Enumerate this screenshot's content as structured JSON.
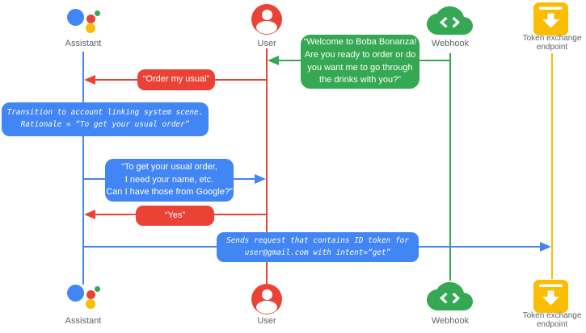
{
  "colors": {
    "assistant_blue": "#4285f4",
    "user_red": "#ea4335",
    "webhook_green": "#34a853",
    "token_yellow": "#fbbc04",
    "label_gray": "#5f6368",
    "message_text": "#ffffff"
  },
  "actors": {
    "assistant": {
      "label": "Assistant",
      "icon": "google-assistant-icon",
      "lifeline_color": "#4285f4"
    },
    "user": {
      "label": "User",
      "icon": "person-icon",
      "lifeline_color": "#ea4335"
    },
    "webhook": {
      "label": "Webhook",
      "icon": "cloud-code-icon",
      "lifeline_color": "#34a853"
    },
    "token": {
      "label": "Token exchange endpoint",
      "icon": "download-endpoint-icon",
      "lifeline_color": "#fbbc04"
    }
  },
  "messages": {
    "welcome": {
      "text": "“Welcome to Boba Bonanza!\nAre you ready to order or do\nyou want me to go through\nthe drinks with you?”",
      "from": "Webhook",
      "to": "User",
      "style": "green-speech"
    },
    "order": {
      "text": "“Order my usual”",
      "from": "User",
      "to": "Assistant",
      "style": "red-speech"
    },
    "transition": {
      "text": "Transition to account linking system scene.\nRationale = “To get your usual order”",
      "from": "Assistant",
      "to": "Assistant",
      "style": "blue-system-note"
    },
    "ask": {
      "text": "“To get your usual order,\nI need your name, etc.\nCan I have those from Google?”",
      "from": "Assistant",
      "to": "User",
      "style": "blue-speech"
    },
    "yes": {
      "text": "“Yes”",
      "from": "User",
      "to": "Assistant",
      "style": "red-speech"
    },
    "sends": {
      "text": "Sends request that contains ID token for\nuser@gmail.com with intent=“get”",
      "from": "Assistant",
      "to": "Token exchange endpoint",
      "style": "blue-system-note"
    }
  }
}
